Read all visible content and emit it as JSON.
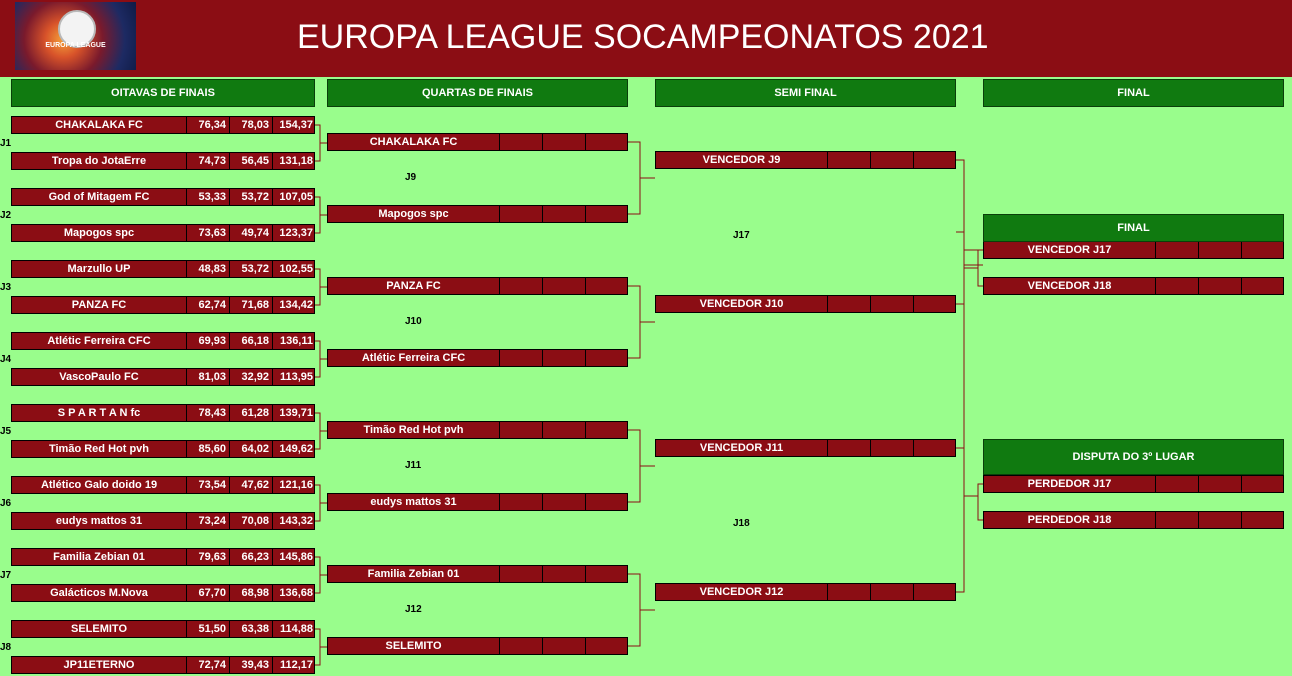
{
  "title": "EUROPA LEAGUE SOCAMPEONATOS 2021",
  "logo_text": "EUROPA LEAGUE",
  "rounds": [
    "OITAVAS DE FINAIS",
    "QUARTAS DE FINAIS",
    "SEMI FINAL",
    "FINAL"
  ],
  "r16": [
    {
      "label": "J1",
      "teams": [
        {
          "name": "CHAKALAKA FC",
          "s1": "76,34",
          "s2": "78,03",
          "t": "154,37"
        },
        {
          "name": "Tropa do JotaErre",
          "s1": "74,73",
          "s2": "56,45",
          "t": "131,18"
        }
      ]
    },
    {
      "label": "J2",
      "teams": [
        {
          "name": "God of Mitagem FC",
          "s1": "53,33",
          "s2": "53,72",
          "t": "107,05"
        },
        {
          "name": "Mapogos spc",
          "s1": "73,63",
          "s2": "49,74",
          "t": "123,37"
        }
      ]
    },
    {
      "label": "J3",
      "teams": [
        {
          "name": "Marzullo UP",
          "s1": "48,83",
          "s2": "53,72",
          "t": "102,55"
        },
        {
          "name": "PANZA FC",
          "s1": "62,74",
          "s2": "71,68",
          "t": "134,42"
        }
      ]
    },
    {
      "label": "J4",
      "teams": [
        {
          "name": "Atlétic Ferreira CFC",
          "s1": "69,93",
          "s2": "66,18",
          "t": "136,11"
        },
        {
          "name": "VascoPaulo FC",
          "s1": "81,03",
          "s2": "32,92",
          "t": "113,95"
        }
      ]
    },
    {
      "label": "J5",
      "teams": [
        {
          "name": "S P A R T A N fc",
          "s1": "78,43",
          "s2": "61,28",
          "t": "139,71"
        },
        {
          "name": "Timão Red Hot pvh",
          "s1": "85,60",
          "s2": "64,02",
          "t": "149,62"
        }
      ]
    },
    {
      "label": "J6",
      "teams": [
        {
          "name": "Atlético Galo doido 19",
          "s1": "73,54",
          "s2": "47,62",
          "t": "121,16"
        },
        {
          "name": "eudys mattos 31",
          "s1": "73,24",
          "s2": "70,08",
          "t": "143,32"
        }
      ]
    },
    {
      "label": "J7",
      "teams": [
        {
          "name": "Familia Zebian 01",
          "s1": "79,63",
          "s2": "66,23",
          "t": "145,86"
        },
        {
          "name": "Galácticos M.Nova",
          "s1": "67,70",
          "s2": "68,98",
          "t": "136,68"
        }
      ]
    },
    {
      "label": "J8",
      "teams": [
        {
          "name": "SELEMITO",
          "s1": "51,50",
          "s2": "63,38",
          "t": "114,88"
        },
        {
          "name": "JP11ETERNO",
          "s1": "72,74",
          "s2": "39,43",
          "t": "112,17"
        }
      ]
    }
  ],
  "qf": [
    {
      "label": "J9",
      "teams": [
        "CHAKALAKA FC",
        "Mapogos spc"
      ]
    },
    {
      "label": "J10",
      "teams": [
        "PANZA FC",
        "Atlétic Ferreira CFC"
      ]
    },
    {
      "label": "J11",
      "teams": [
        "Timão Red Hot pvh",
        "eudys mattos 31"
      ]
    },
    {
      "label": "J12",
      "teams": [
        "Familia Zebian 01",
        "SELEMITO"
      ]
    }
  ],
  "sf": {
    "labels": [
      "J17",
      "J18"
    ],
    "teams": [
      "VENCEDOR J9",
      "VENCEDOR J10",
      "VENCEDOR J11",
      "VENCEDOR J12"
    ]
  },
  "final": {
    "title": "FINAL",
    "teams": [
      "VENCEDOR J17",
      "VENCEDOR J18"
    ]
  },
  "third": {
    "title": "DISPUTA DO 3º LUGAR",
    "teams": [
      "PERDEDOR J17",
      "PERDEDOR J18"
    ]
  },
  "colors": {
    "background": "#99fd8c",
    "header": "#8b0d14",
    "box": "#8b0d14",
    "round_header": "#107a10",
    "line": "#8b0d14"
  }
}
